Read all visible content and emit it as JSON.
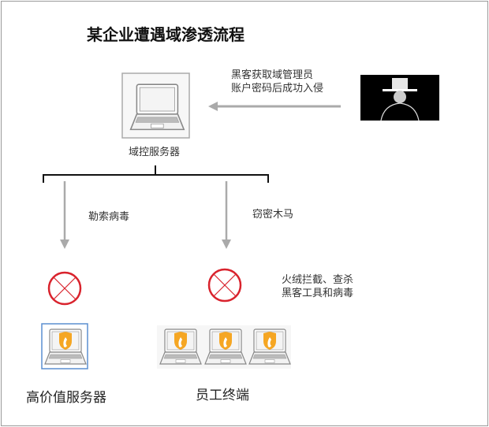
{
  "title": "某企业遭遇域渗透流程",
  "domain_controller": {
    "label": "域控服务器",
    "icon": "laptop-icon"
  },
  "attack_note": [
    "黑客获取域管理员",
    "账户密码后成功入侵"
  ],
  "hacker": {
    "icon": "hacker-icon"
  },
  "branches": [
    {
      "label": "勒索病毒"
    },
    {
      "label": "窃密木马"
    }
  ],
  "block_note": [
    "火绒拦截、查杀",
    "黑客工具和病毒"
  ],
  "targets": {
    "server_label": "高价值服务器",
    "endpoints_label": "员工终端"
  },
  "colors": {
    "arrow": "#aaaaaa",
    "block": "#d9232d",
    "highlight": "#5b8fd0",
    "shield": "#f5a623"
  }
}
